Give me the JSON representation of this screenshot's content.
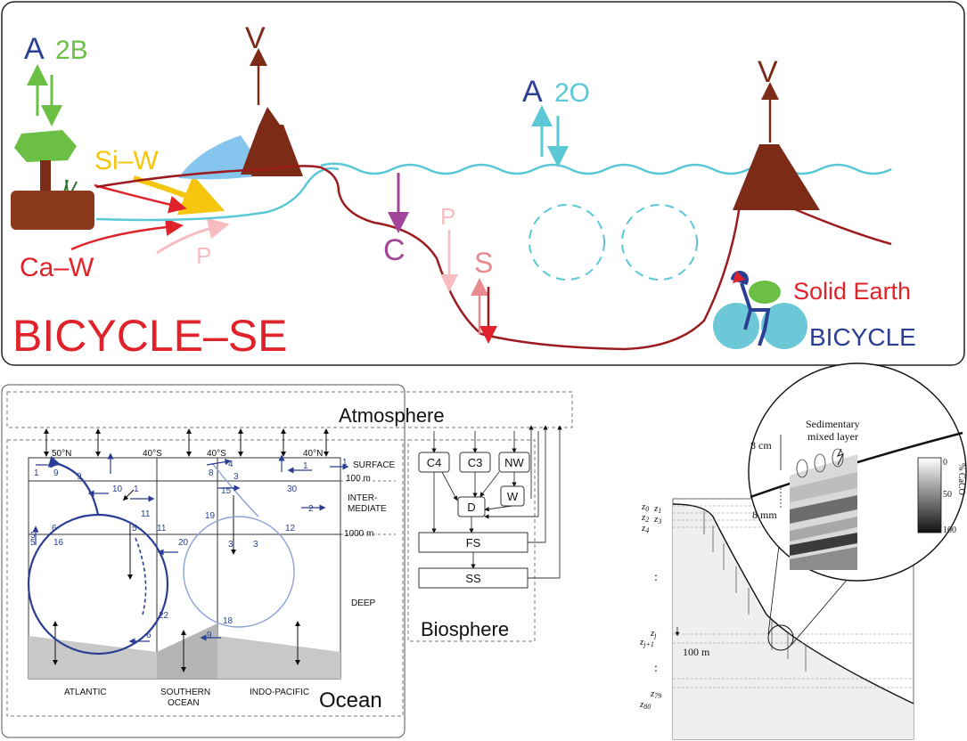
{
  "top_panel": {
    "labels": {
      "a_land": "A",
      "b2": "2B",
      "v_left": "V",
      "v_right": "V",
      "a_ocean": "A",
      "o2": "2O",
      "si_w": "Si–W",
      "ca_w": "Ca–W",
      "p_land": "P",
      "p_ocean": "P",
      "c": "C",
      "s": "S",
      "solid_earth": "Solid Earth",
      "bicycle": "BICYCLE",
      "title": "BICYCLE–SE"
    },
    "colors": {
      "blue": "#2a3f93",
      "green": "#6cbf45",
      "brown": "#7b2b16",
      "cyan": "#5bc8d6",
      "yellow": "#f6c60f",
      "red": "#e0222a",
      "pink": "#f7bcc0",
      "purple": "#a1449a",
      "light_blue": "#86c6ee",
      "dark_red": "#9b1b1f"
    }
  },
  "ocean_panel": {
    "atmosphere": "Atmosphere",
    "ocean": "Ocean",
    "biosphere": "Biosphere",
    "latitudes": [
      "50°N",
      "40°S",
      "40°S",
      "40°N"
    ],
    "layers": [
      "SURFACE",
      "100 m",
      "INTER-",
      "MEDIATE",
      "1000 m",
      "DEEP"
    ],
    "basins": [
      "ATLANTIC",
      "SOUTHERN",
      "OCEAN",
      "INDO-PACIFIC"
    ],
    "boxes": [
      "C4",
      "C3",
      "NW",
      "W",
      "D",
      "FS",
      "SS"
    ],
    "flux_numbers": [
      "1",
      "9",
      "9",
      "10",
      "1",
      "4",
      "8",
      "3",
      "15",
      "1",
      "30",
      "1",
      "11",
      "11",
      "6",
      "5",
      "5",
      "16",
      "20",
      "19",
      "12",
      "2",
      "5",
      "3",
      "22",
      "6",
      "9",
      "18",
      "3"
    ]
  },
  "sediment_panel": {
    "title_line1": "Sedimentary",
    "title_line2": "mixed layer",
    "depth_8cm": "8 cm",
    "depth_8mm": "8 mm",
    "depth_100m": "100 m",
    "z_labels": [
      "z",
      "z",
      "z",
      "z",
      "z",
      "z",
      "z",
      "z"
    ],
    "z_subs": [
      "0",
      "1",
      "2",
      "3",
      "4",
      "j",
      "j+1",
      "79",
      "80"
    ],
    "dots": ":",
    "scale_label": "% CaCO",
    "scale_sub": "3",
    "scale_ticks": [
      "0",
      "50",
      "100"
    ]
  }
}
